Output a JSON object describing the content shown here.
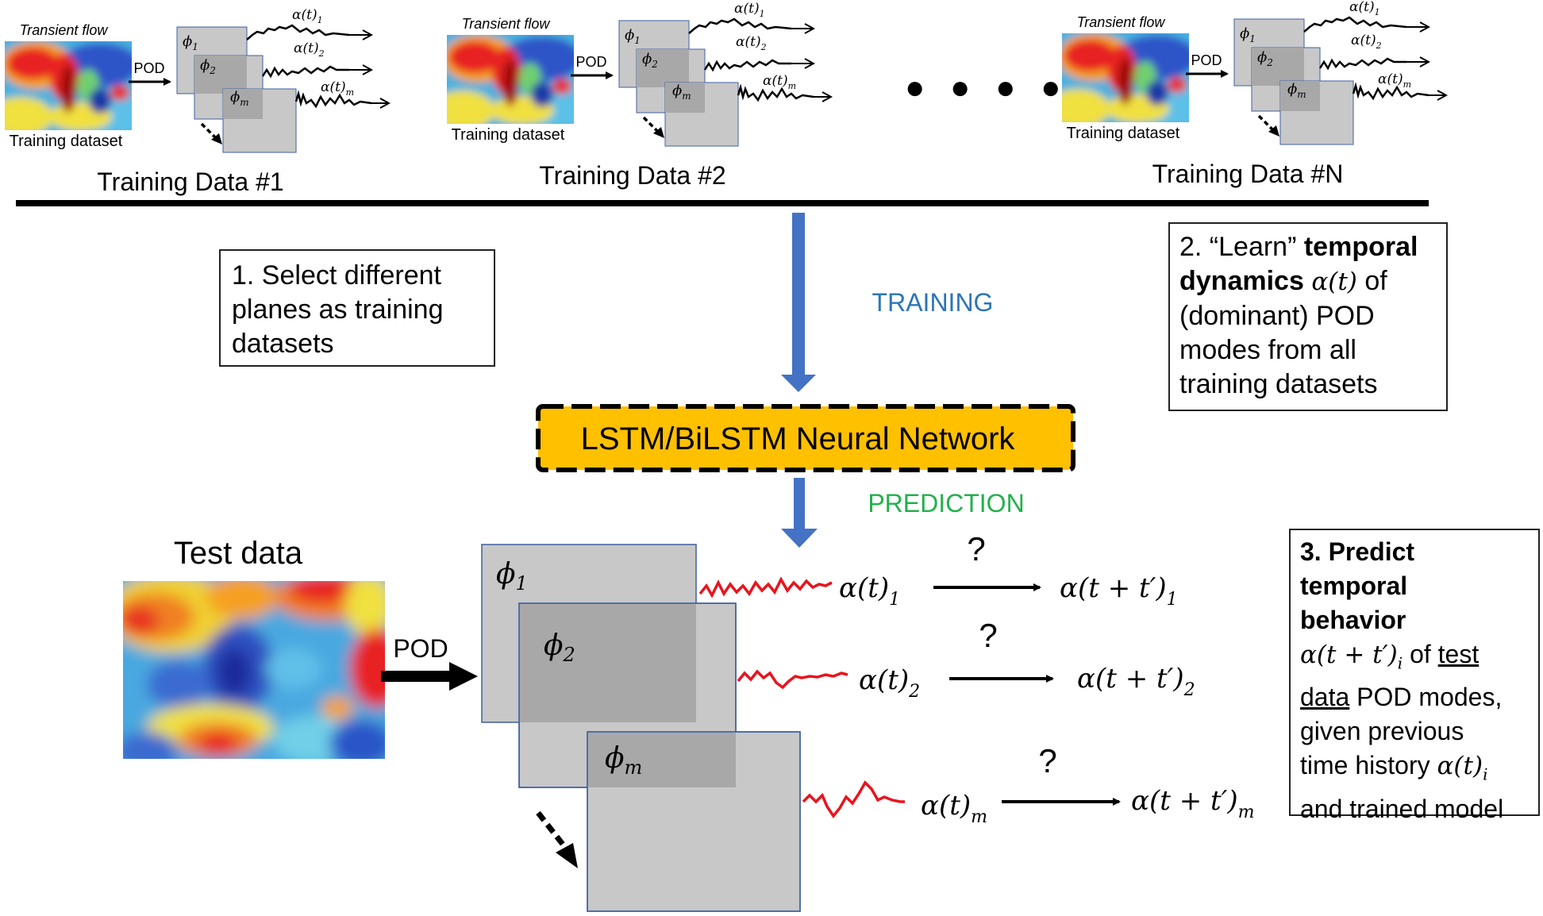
{
  "training_panels": [
    {
      "transient_label": "Transient flow",
      "pod_label": "POD",
      "dataset_label": "Training dataset",
      "title": "Training Data #1",
      "modes": [
        "ϕ",
        "ϕ",
        "ϕ"
      ],
      "mode_subs": [
        "1",
        "2",
        "m"
      ],
      "coeffs": [
        "α(t)",
        "α(t)",
        "α(t)"
      ],
      "coeff_subs": [
        "1",
        "2",
        "m"
      ]
    },
    {
      "transient_label": "Transient flow",
      "pod_label": "POD",
      "dataset_label": "Training dataset",
      "title": "Training Data #2",
      "modes": [
        "ϕ",
        "ϕ",
        "ϕ"
      ],
      "mode_subs": [
        "1",
        "2",
        "m"
      ],
      "coeffs": [
        "α(t)",
        "α(t)",
        "α(t)"
      ],
      "coeff_subs": [
        "1",
        "2",
        "m"
      ]
    },
    {
      "transient_label": "Transient flow",
      "pod_label": "POD",
      "dataset_label": "Training dataset",
      "title": "Training Data #N",
      "modes": [
        "ϕ",
        "ϕ",
        "ϕ"
      ],
      "mode_subs": [
        "1",
        "2",
        "m"
      ],
      "coeffs": [
        "α(t)",
        "α(t)",
        "α(t)"
      ],
      "coeff_subs": [
        "1",
        "2",
        "m"
      ]
    }
  ],
  "ellipsis_dots": "● ● ● ●",
  "training_label": "TRAINING",
  "prediction_label": "PREDICTION",
  "network_label": "LSTM/BiLSTM Neural Network",
  "step1": {
    "lines": [
      "1. Select different",
      "planes as training",
      "datasets"
    ]
  },
  "step2": {
    "line1_a": "2. “Learn” ",
    "line1_b": "temporal",
    "line2_b": "dynamics ",
    "line2_math": "α(t)",
    "line2_c": "  of",
    "line3": "(dominant) POD",
    "line4": "modes from all",
    "line5": "training datasets"
  },
  "step3": {
    "line1": "3. Predict",
    "line2": "temporal",
    "line3": "behavior",
    "line4_math": "α(t + t′)",
    "line4_sub": "i",
    "line4_a": "  of ",
    "line4_u": "test",
    "line5_u": "data",
    "line5_a": " POD modes,",
    "line6": "given previous",
    "line7_a": "time history ",
    "line7_math": "α(t)",
    "line7_sub": "i",
    "line8": "and trained model"
  },
  "test": {
    "title": "Test data",
    "pod_label": "POD",
    "modes": [
      "ϕ",
      "ϕ",
      "ϕ"
    ],
    "mode_subs": [
      "1",
      "2",
      "m"
    ],
    "coeffs": [
      "α(t)",
      "α(t)",
      "α(t)"
    ],
    "coeff_subs": [
      "1",
      "2",
      "m"
    ],
    "question": "?",
    "predicted": [
      "α(t + t′)",
      "α(t + t′)",
      "α(t + t′)"
    ],
    "predicted_subs": [
      "1",
      "2",
      "m"
    ]
  },
  "colors": {
    "arrow_blue": "#4472C4",
    "training_blue": "#2E75B6",
    "prediction_green": "#22B14C",
    "network_orange": "#FFC000",
    "signal_red": "#E8141E",
    "mode_gray": "#C8C8C8",
    "mode_overlap": "#A8A8A8",
    "mode_border": "#3F5F9F"
  }
}
